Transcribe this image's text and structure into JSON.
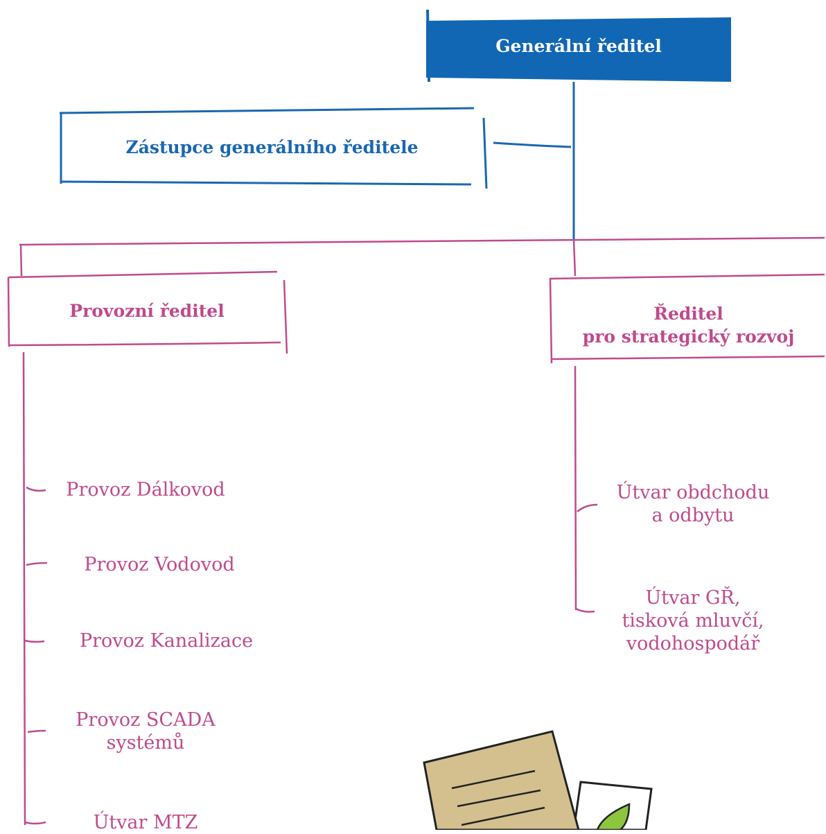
{
  "colors": {
    "blue": "#1167b3",
    "magenta": "#bf4a8c",
    "paper": "#d4c08f",
    "leaf": "#8cc63f"
  },
  "ceo": {
    "title": "Generální ředitel"
  },
  "deputy": {
    "title": "Zástupce generálního ředitele"
  },
  "operations": {
    "title": "Provozní ředitel",
    "units": [
      {
        "label": "Provoz Dálkovod"
      },
      {
        "label": "Provoz Vodovod"
      },
      {
        "label": "Provoz Kanalizace"
      },
      {
        "line1": "Provoz SCADA",
        "line2": "systémů"
      },
      {
        "label": "Útvar MTZ"
      }
    ]
  },
  "strategy": {
    "line1": "Ředitel",
    "line2": "pro strategický rozvoj",
    "units": [
      {
        "line1": "Útvar obdchodu",
        "line2": "a odbytu"
      },
      {
        "line1": "Útvar GŘ,",
        "line2": "tisková mluvčí,",
        "line3": "vodohospodář"
      }
    ]
  },
  "illustration": {
    "name": "documents-with-leaf"
  }
}
